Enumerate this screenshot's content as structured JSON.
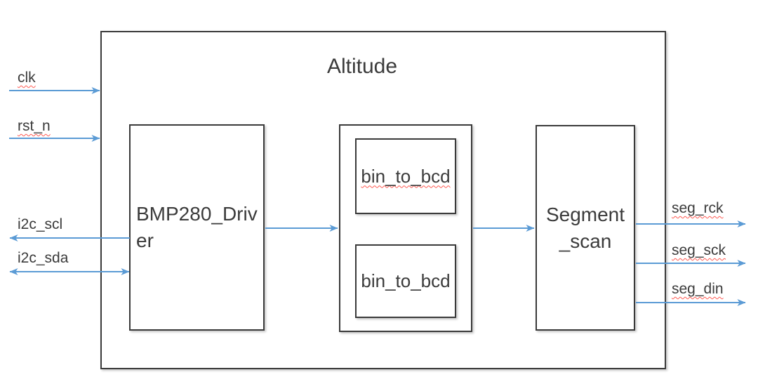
{
  "title": "Altitude",
  "blocks": {
    "bmp280_driver": {
      "name": "BMP280_Driver",
      "display_lines": [
        "BMP280_Driv",
        "er"
      ]
    },
    "bcd_group": {
      "children": [
        {
          "name": "bin_to_bcd",
          "misspelled": true
        },
        {
          "name": "bin_to_bcd",
          "misspelled": false
        }
      ]
    },
    "segment_scan": {
      "name": "Segment_scan",
      "display_lines": [
        "Segment",
        "_scan"
      ]
    }
  },
  "ports": {
    "left": [
      {
        "name": "clk",
        "direction": "input",
        "misspelled": true
      },
      {
        "name": "rst_n",
        "direction": "input",
        "misspelled": true
      },
      {
        "name": "i2c_scl",
        "direction": "output",
        "misspelled": false
      },
      {
        "name": "i2c_sda",
        "direction": "bidirectional",
        "misspelled": false
      }
    ],
    "right": [
      {
        "name": "seg_rck",
        "direction": "output",
        "misspelled": true
      },
      {
        "name": "seg_sck",
        "direction": "output",
        "misspelled": true
      },
      {
        "name": "seg_din",
        "direction": "output",
        "misspelled": true
      }
    ]
  },
  "colors": {
    "arrow_blue": "#5b9bd5",
    "box_border": "#3a3a3a",
    "text": "#3b3b3b",
    "spellcheck_red": "#ff5a52",
    "background": "#ffffff"
  }
}
